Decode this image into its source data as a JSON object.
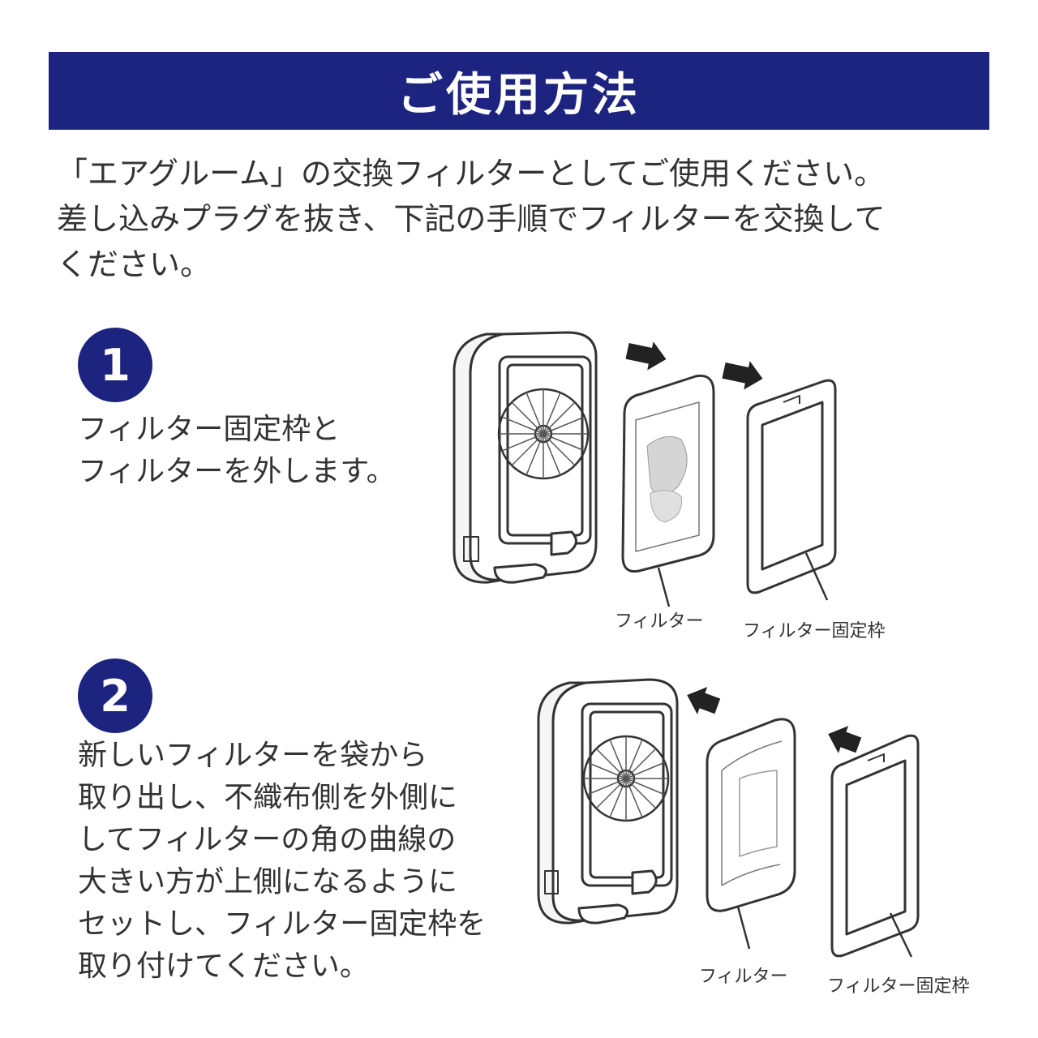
{
  "header": {
    "title": "ご使用方法"
  },
  "intro": {
    "lines": [
      "「エアグルーム」の交換フィルターとしてご使用ください。",
      "差し込みプラグを抜き、下記の手順でフィルターを交換して",
      "ください。"
    ]
  },
  "steps": [
    {
      "number": "1",
      "lines": [
        "フィルター固定枠と",
        "フィルターを外します。"
      ],
      "labels": {
        "filter": "フィルター",
        "frame": "フィルター固定枠"
      }
    },
    {
      "number": "2",
      "lines": [
        "新しいフィルターを袋から",
        "取り出し、不織布側を外側に",
        "してフィルターの角の曲線の",
        "大きい方が上側になるように",
        "セットし、フィルター固定枠を",
        "取り付けてください。"
      ],
      "labels": {
        "filter": "フィルター",
        "frame": "フィルター固定枠"
      }
    }
  ],
  "colors": {
    "accent": "#1d2480",
    "text": "#333333",
    "line_art": "#333333"
  },
  "icons": [
    "fan-unit-illustration",
    "arrow-icon",
    "filter-illustration",
    "filter-frame-illustration"
  ]
}
